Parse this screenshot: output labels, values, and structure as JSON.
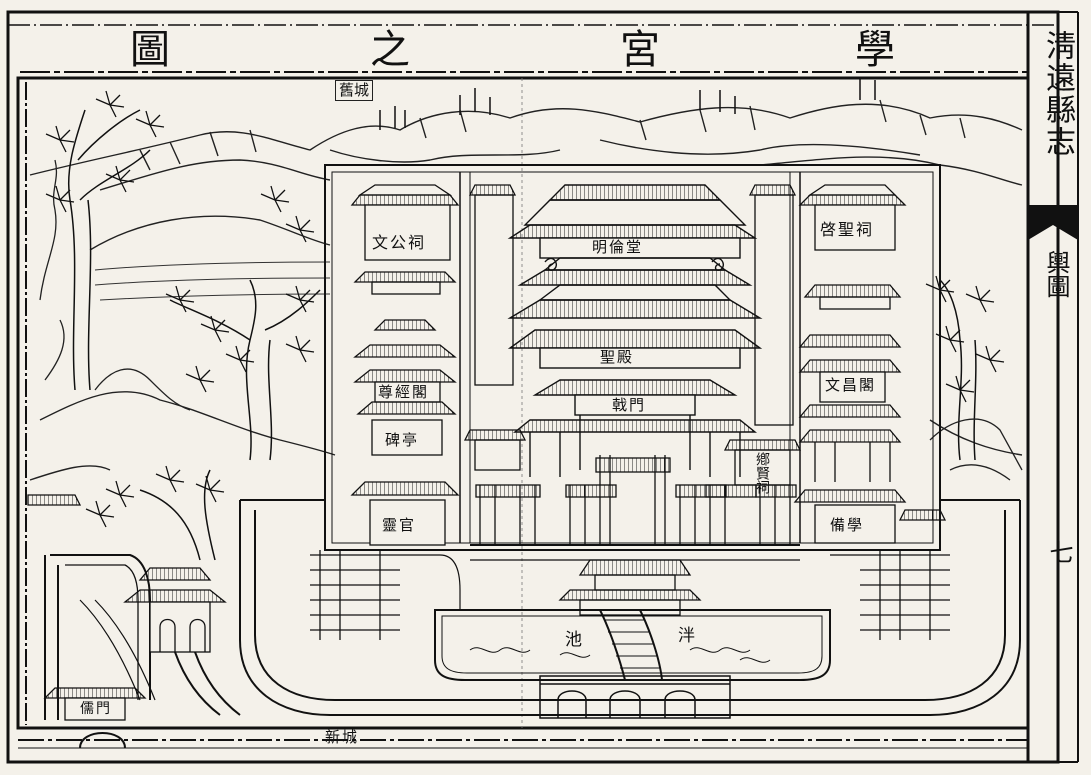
{
  "title": {
    "chars": [
      "學",
      "宮",
      "之",
      "圖"
    ]
  },
  "margin": {
    "book_title": "淸遠縣志",
    "section": "輿圖",
    "page_number": "七"
  },
  "labels": {
    "top_wall": "舊城",
    "bottom_wall": "新城",
    "wenchang_shrine": "文公祠",
    "zunjing_pavilion": "尊經閣",
    "stele_pavilion": "碑亭",
    "lingguan": "靈官",
    "qisheng_shrine": "啓聖祠",
    "wenchang_hall": "文昌閣",
    "beixue": "備學",
    "minglun_hall": "明倫堂",
    "dacheng_hall": "聖殿",
    "jimen": "戟門",
    "east_shrine": "鄕賢祠",
    "pool_left": "泮",
    "pool_right": "池",
    "bottom_left_gate": "儒門"
  }
}
